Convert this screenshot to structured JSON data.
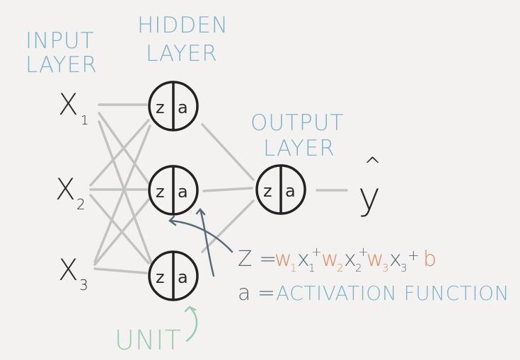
{
  "labels": {
    "input_layer": [
      "INPUT",
      "LAYER"
    ],
    "hidden_layer": [
      "HIDDEN",
      "LAYER"
    ],
    "output_layer": [
      "OUTPUT",
      "LAYER"
    ],
    "unit": "UNIT",
    "output_symbol_hat": "^",
    "output_symbol": "y"
  },
  "inputs": [
    {
      "base": "X",
      "sub": "1"
    },
    {
      "base": "X",
      "sub": "2"
    },
    {
      "base": "X",
      "sub": "3"
    }
  ],
  "neuron": {
    "left": "z",
    "right": "a"
  },
  "equation_z": {
    "lhs": "Z =",
    "terms": [
      {
        "w": "w",
        "wsub": "1",
        "x": "x",
        "xsub": "1",
        "op": "+"
      },
      {
        "w": "w",
        "wsub": "2",
        "x": "x",
        "xsub": "2",
        "op": "+"
      },
      {
        "w": "w",
        "wsub": "3",
        "x": "x",
        "xsub": "3",
        "op": "+"
      }
    ],
    "bias": "b"
  },
  "equation_a": {
    "lhs": "a =",
    "rhs": "ACTIVATION FUNCTION"
  },
  "colors": {
    "background": "#f3f2f0",
    "label_blue": "#7fb2cc",
    "unit_green": "#9bcbb0",
    "weight_orange": "#e48a62",
    "ink": "#2a2a2a",
    "slate": "#5a6b78",
    "edge_gray": "#c2c2c0"
  }
}
